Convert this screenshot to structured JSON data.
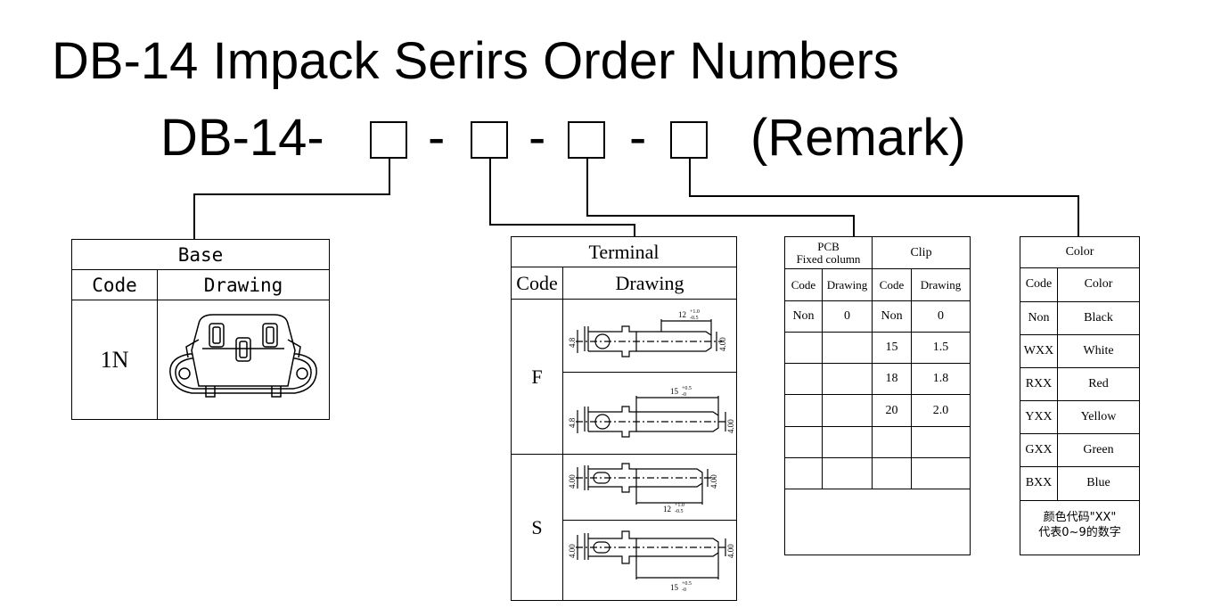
{
  "title": "DB-14 Impack Serirs Order Numbers",
  "part_number": {
    "prefix": "DB-14-",
    "separator": "-",
    "remark": "(Remark)"
  },
  "base_table": {
    "header": "Base",
    "col_code": "Code",
    "col_drawing": "Drawing",
    "rows": [
      {
        "code": "1N"
      }
    ]
  },
  "terminal_table": {
    "header": "Terminal",
    "col_code": "Code",
    "col_drawing": "Drawing",
    "rows": [
      {
        "code": "F",
        "drawings": [
          {
            "tol_top": "+1.0",
            "tol_bottom": "-0.5",
            "nominal": "12",
            "dim_left": "4.8",
            "dim_right": "4.00"
          },
          {
            "tol_top": "+0.5",
            "tol_bottom": "-0",
            "nominal": "15",
            "dim_left": "4.8",
            "dim_right": "4.00"
          }
        ]
      },
      {
        "code": "S",
        "drawings": [
          {
            "tol_top": "+1.0",
            "tol_bottom": "-0.5",
            "nominal": "12",
            "dim_left": "4.00",
            "dim_right": "4.00"
          },
          {
            "tol_top": "+0.5",
            "tol_bottom": "-0",
            "nominal": "15",
            "dim_left": "4.00",
            "dim_right": "4.00"
          }
        ]
      }
    ]
  },
  "pcb_clip_table": {
    "pcb_header_line1": "PCB",
    "pcb_header_line2": "Fixed column",
    "clip_header": "Clip",
    "col_code": "Code",
    "col_drawing": "Drawing",
    "rows": [
      {
        "pcb_code": "Non",
        "pcb_drawing": "0",
        "clip_code": "Non",
        "clip_drawing": "0"
      },
      {
        "pcb_code": "",
        "pcb_drawing": "",
        "clip_code": "15",
        "clip_drawing": "1.5"
      },
      {
        "pcb_code": "",
        "pcb_drawing": "",
        "clip_code": "18",
        "clip_drawing": "1.8"
      },
      {
        "pcb_code": "",
        "pcb_drawing": "",
        "clip_code": "20",
        "clip_drawing": "2.0"
      },
      {
        "pcb_code": "",
        "pcb_drawing": "",
        "clip_code": "",
        "clip_drawing": ""
      },
      {
        "pcb_code": "",
        "pcb_drawing": "",
        "clip_code": "",
        "clip_drawing": ""
      }
    ]
  },
  "color_table": {
    "header": "Color",
    "col_code": "Code",
    "col_color": "Color",
    "rows": [
      {
        "code": "Non",
        "color": "Black"
      },
      {
        "code": "WXX",
        "color": "White"
      },
      {
        "code": "RXX",
        "color": "Red"
      },
      {
        "code": "YXX",
        "color": "Yellow"
      },
      {
        "code": "GXX",
        "color": "Green"
      },
      {
        "code": "BXX",
        "color": "Blue"
      }
    ],
    "note_line1": "颜色代码\"XX\"",
    "note_line2": "代表0~9的数字"
  }
}
